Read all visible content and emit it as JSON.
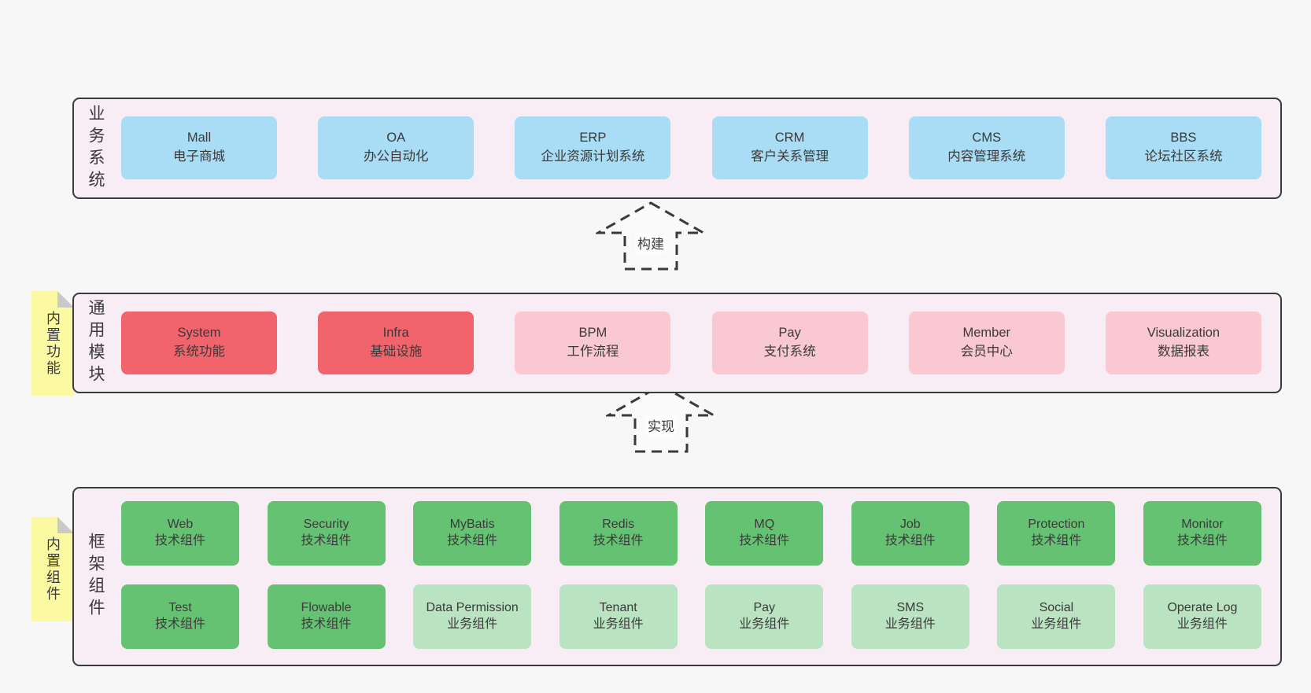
{
  "colors": {
    "page_bg": "#f7f7f7",
    "layer_bg": "#f8edf5",
    "layer_border": "#3a3a3a",
    "blue": "#a9dcf5",
    "red": "#f2646c",
    "pink": "#f9c8d1",
    "green_dark": "#66c273",
    "green_light": "#b9e3c1",
    "note_yellow": "#fbf9a2",
    "note_fold_gray": "#c9c9c9",
    "text": "#3a3a3a"
  },
  "arrows": {
    "build": {
      "label": "构建"
    },
    "implement": {
      "label": "实现"
    }
  },
  "layers": {
    "business": {
      "label": "业务系统",
      "boxes": [
        {
          "en": "Mall",
          "zh": "电子商城",
          "variant": "blue"
        },
        {
          "en": "OA",
          "zh": "办公自动化",
          "variant": "blue"
        },
        {
          "en": "ERP",
          "zh": "企业资源计划系统",
          "variant": "blue"
        },
        {
          "en": "CRM",
          "zh": "客户关系管理",
          "variant": "blue"
        },
        {
          "en": "CMS",
          "zh": "内容管理系统",
          "variant": "blue"
        },
        {
          "en": "BBS",
          "zh": "论坛社区系统",
          "variant": "blue"
        }
      ]
    },
    "modules": {
      "label": "通用模块",
      "note": "内置功能",
      "boxes": [
        {
          "en": "System",
          "zh": "系统功能",
          "variant": "red"
        },
        {
          "en": "Infra",
          "zh": "基础设施",
          "variant": "red"
        },
        {
          "en": "BPM",
          "zh": "工作流程",
          "variant": "pink"
        },
        {
          "en": "Pay",
          "zh": "支付系统",
          "variant": "pink"
        },
        {
          "en": "Member",
          "zh": "会员中心",
          "variant": "pink"
        },
        {
          "en": "Visualization",
          "zh": "数据报表",
          "variant": "pink"
        }
      ]
    },
    "components": {
      "label": "框架组件",
      "note": "内置组件",
      "row1": [
        {
          "en": "Web",
          "zh": "技术组件",
          "variant": "green-dark"
        },
        {
          "en": "Security",
          "zh": "技术组件",
          "variant": "green-dark"
        },
        {
          "en": "MyBatis",
          "zh": "技术组件",
          "variant": "green-dark"
        },
        {
          "en": "Redis",
          "zh": "技术组件",
          "variant": "green-dark"
        },
        {
          "en": "MQ",
          "zh": "技术组件",
          "variant": "green-dark"
        },
        {
          "en": "Job",
          "zh": "技术组件",
          "variant": "green-dark"
        },
        {
          "en": "Protection",
          "zh": "技术组件",
          "variant": "green-dark"
        },
        {
          "en": "Monitor",
          "zh": "技术组件",
          "variant": "green-dark"
        }
      ],
      "row2": [
        {
          "en": "Test",
          "zh": "技术组件",
          "variant": "green-dark"
        },
        {
          "en": "Flowable",
          "zh": "技术组件",
          "variant": "green-dark"
        },
        {
          "en": "Data Permission",
          "zh": "业务组件",
          "variant": "green-light"
        },
        {
          "en": "Tenant",
          "zh": "业务组件",
          "variant": "green-light"
        },
        {
          "en": "Pay",
          "zh": "业务组件",
          "variant": "green-light"
        },
        {
          "en": "SMS",
          "zh": "业务组件",
          "variant": "green-light"
        },
        {
          "en": "Social",
          "zh": "业务组件",
          "variant": "green-light"
        },
        {
          "en": "Operate Log",
          "zh": "业务组件",
          "variant": "green-light"
        }
      ]
    }
  }
}
